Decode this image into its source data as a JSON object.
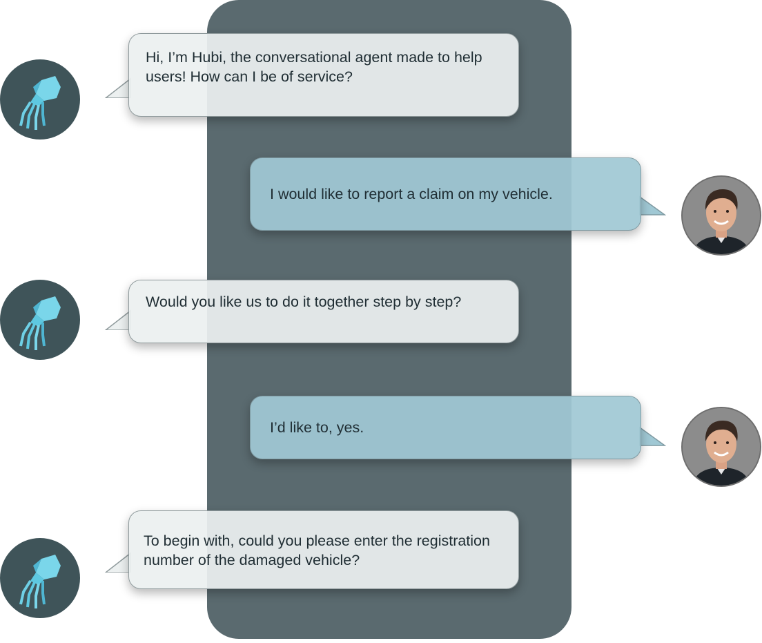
{
  "colors": {
    "panel": "#5a6a6f",
    "bot_bubble": "#ecf0f0",
    "user_bubble": "#a0c8d4",
    "bot_avatar_bg": "#3f5459",
    "bot_icon": "#5ec8e0"
  },
  "icons": {
    "bot": "squid-icon",
    "user": "person-avatar"
  },
  "messages": [
    {
      "sender": "bot",
      "text": "Hi, I’m Hubi, the conversational agent made to help users! How can I be of service?"
    },
    {
      "sender": "user",
      "text": "I would like to report a claim on my vehicle."
    },
    {
      "sender": "bot",
      "text": "Would you like us to do it together step by step?"
    },
    {
      "sender": "user",
      "text": "I’d like to, yes."
    },
    {
      "sender": "bot",
      "text": "To begin with, could you please enter the registration number of the damaged vehicle?"
    }
  ]
}
